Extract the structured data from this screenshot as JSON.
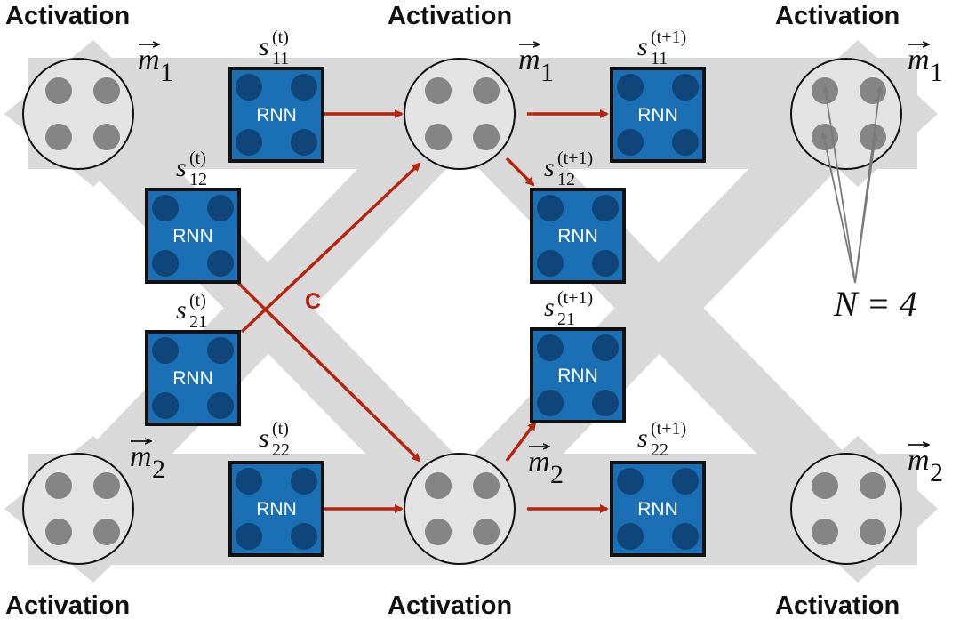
{
  "activation_label": "Activation",
  "rnn_label": "RNN",
  "coupling_label": "C",
  "n_label": "N = 4",
  "module_symbols": {
    "m1": {
      "letter": "m",
      "sub": "1"
    },
    "m2": {
      "letter": "m",
      "sub": "2"
    }
  },
  "state_labels_t": [
    {
      "base": "s",
      "sub": "11",
      "sup": "(t)"
    },
    {
      "base": "s",
      "sub": "12",
      "sup": "(t)"
    },
    {
      "base": "s",
      "sub": "21",
      "sup": "(t)"
    },
    {
      "base": "s",
      "sub": "22",
      "sup": "(t)"
    }
  ],
  "state_labels_t1": [
    {
      "base": "s",
      "sub": "11",
      "sup": "(t+1)"
    },
    {
      "base": "s",
      "sub": "12",
      "sup": "(t+1)"
    },
    {
      "base": "s",
      "sub": "21",
      "sup": "(t+1)"
    },
    {
      "base": "s",
      "sub": "22",
      "sup": "(t+1)"
    }
  ],
  "colors": {
    "band": "#d9d9d9",
    "activation_fill": "#e3e3e3",
    "activation_dot": "#858585",
    "rnn_fill": "#1a6fb5",
    "rnn_dot": "#0f4578",
    "rnn_border": "#111111",
    "arrow": "#b8230e",
    "weight_arrow": "#7a7a7a"
  }
}
